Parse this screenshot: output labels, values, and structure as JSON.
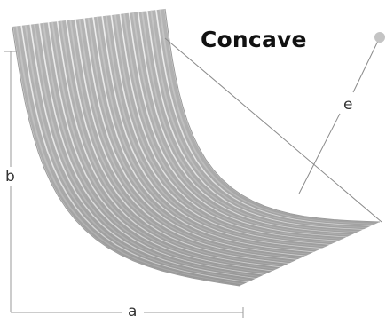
{
  "diagram": {
    "title": "Concave",
    "labels": {
      "a": "a",
      "b": "b",
      "e": "e"
    },
    "corrugation_count": 17,
    "colors": {
      "sheet_light": "#eeeeee",
      "sheet_dark": "#a9a9a9",
      "leader": "#8a8a8a",
      "marker": "#c4c4c4"
    }
  }
}
